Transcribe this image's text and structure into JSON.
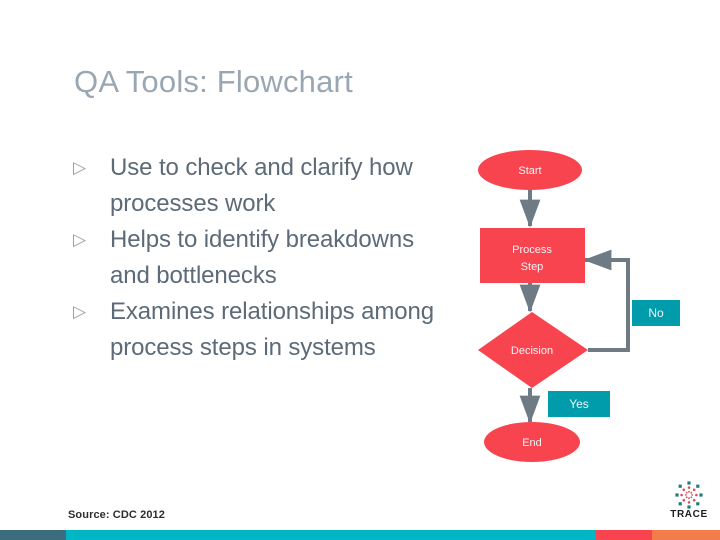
{
  "slide": {
    "title": "QA Tools: Flowchart",
    "source_note": "Source: CDC 2012"
  },
  "bullets": [
    {
      "marker": "▷",
      "text": "Use to check and clarify how processes work"
    },
    {
      "marker": "▷",
      "text": "Helps to identify breakdowns and bottlenecks"
    },
    {
      "marker": "▷",
      "text": "Examines relationships among process steps in systems"
    }
  ],
  "flowchart": {
    "nodes": [
      {
        "id": "start",
        "shape": "ellipse",
        "label": "Start"
      },
      {
        "id": "process",
        "shape": "rectangle",
        "label": "Process",
        "label2": "Step"
      },
      {
        "id": "decision",
        "shape": "diamond",
        "label": "Decision"
      },
      {
        "id": "end",
        "shape": "ellipse",
        "label": "End"
      }
    ],
    "edge_tags": [
      {
        "id": "no",
        "label": "No"
      },
      {
        "id": "yes",
        "label": "Yes"
      }
    ]
  },
  "branding": {
    "wordmark": "TRACE"
  },
  "colors": {
    "title": "#9aa7b2",
    "body_text": "#5d6b78",
    "node_fill": "#f8444f",
    "node_text": "#f3f5f6",
    "tag_fill": "#009cab",
    "tag_text": "#eef6f7",
    "connector": "#6e7b85",
    "bar_slate": "#3c6d7e",
    "bar_teal": "#00b6c4",
    "bar_red": "#f8444f",
    "bar_orange": "#f47b4a",
    "logo_teal": "#1b7f7a",
    "logo_red": "#d94f5c"
  }
}
